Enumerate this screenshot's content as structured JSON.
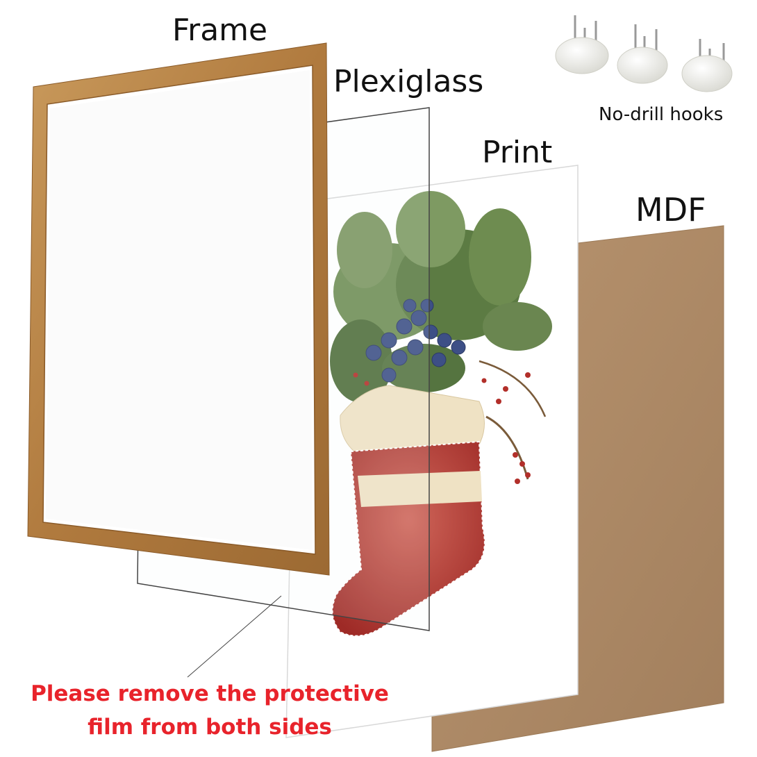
{
  "labels": {
    "frame": "Frame",
    "plexiglass": "Plexiglass",
    "print": "Print",
    "mdf": "MDF",
    "hooks": "No-drill hooks"
  },
  "notice": {
    "line1": "Please remove the protective",
    "line2": "film from both sides"
  },
  "colors": {
    "frame_wood": "#b98546",
    "mdf_board": "#b08a66",
    "stocking_red": "#b83a33",
    "stocking_cream": "#efe2c4",
    "berries": "#3d4f86",
    "foliage": "#5f7e45",
    "notice_text": "#e8232b"
  }
}
